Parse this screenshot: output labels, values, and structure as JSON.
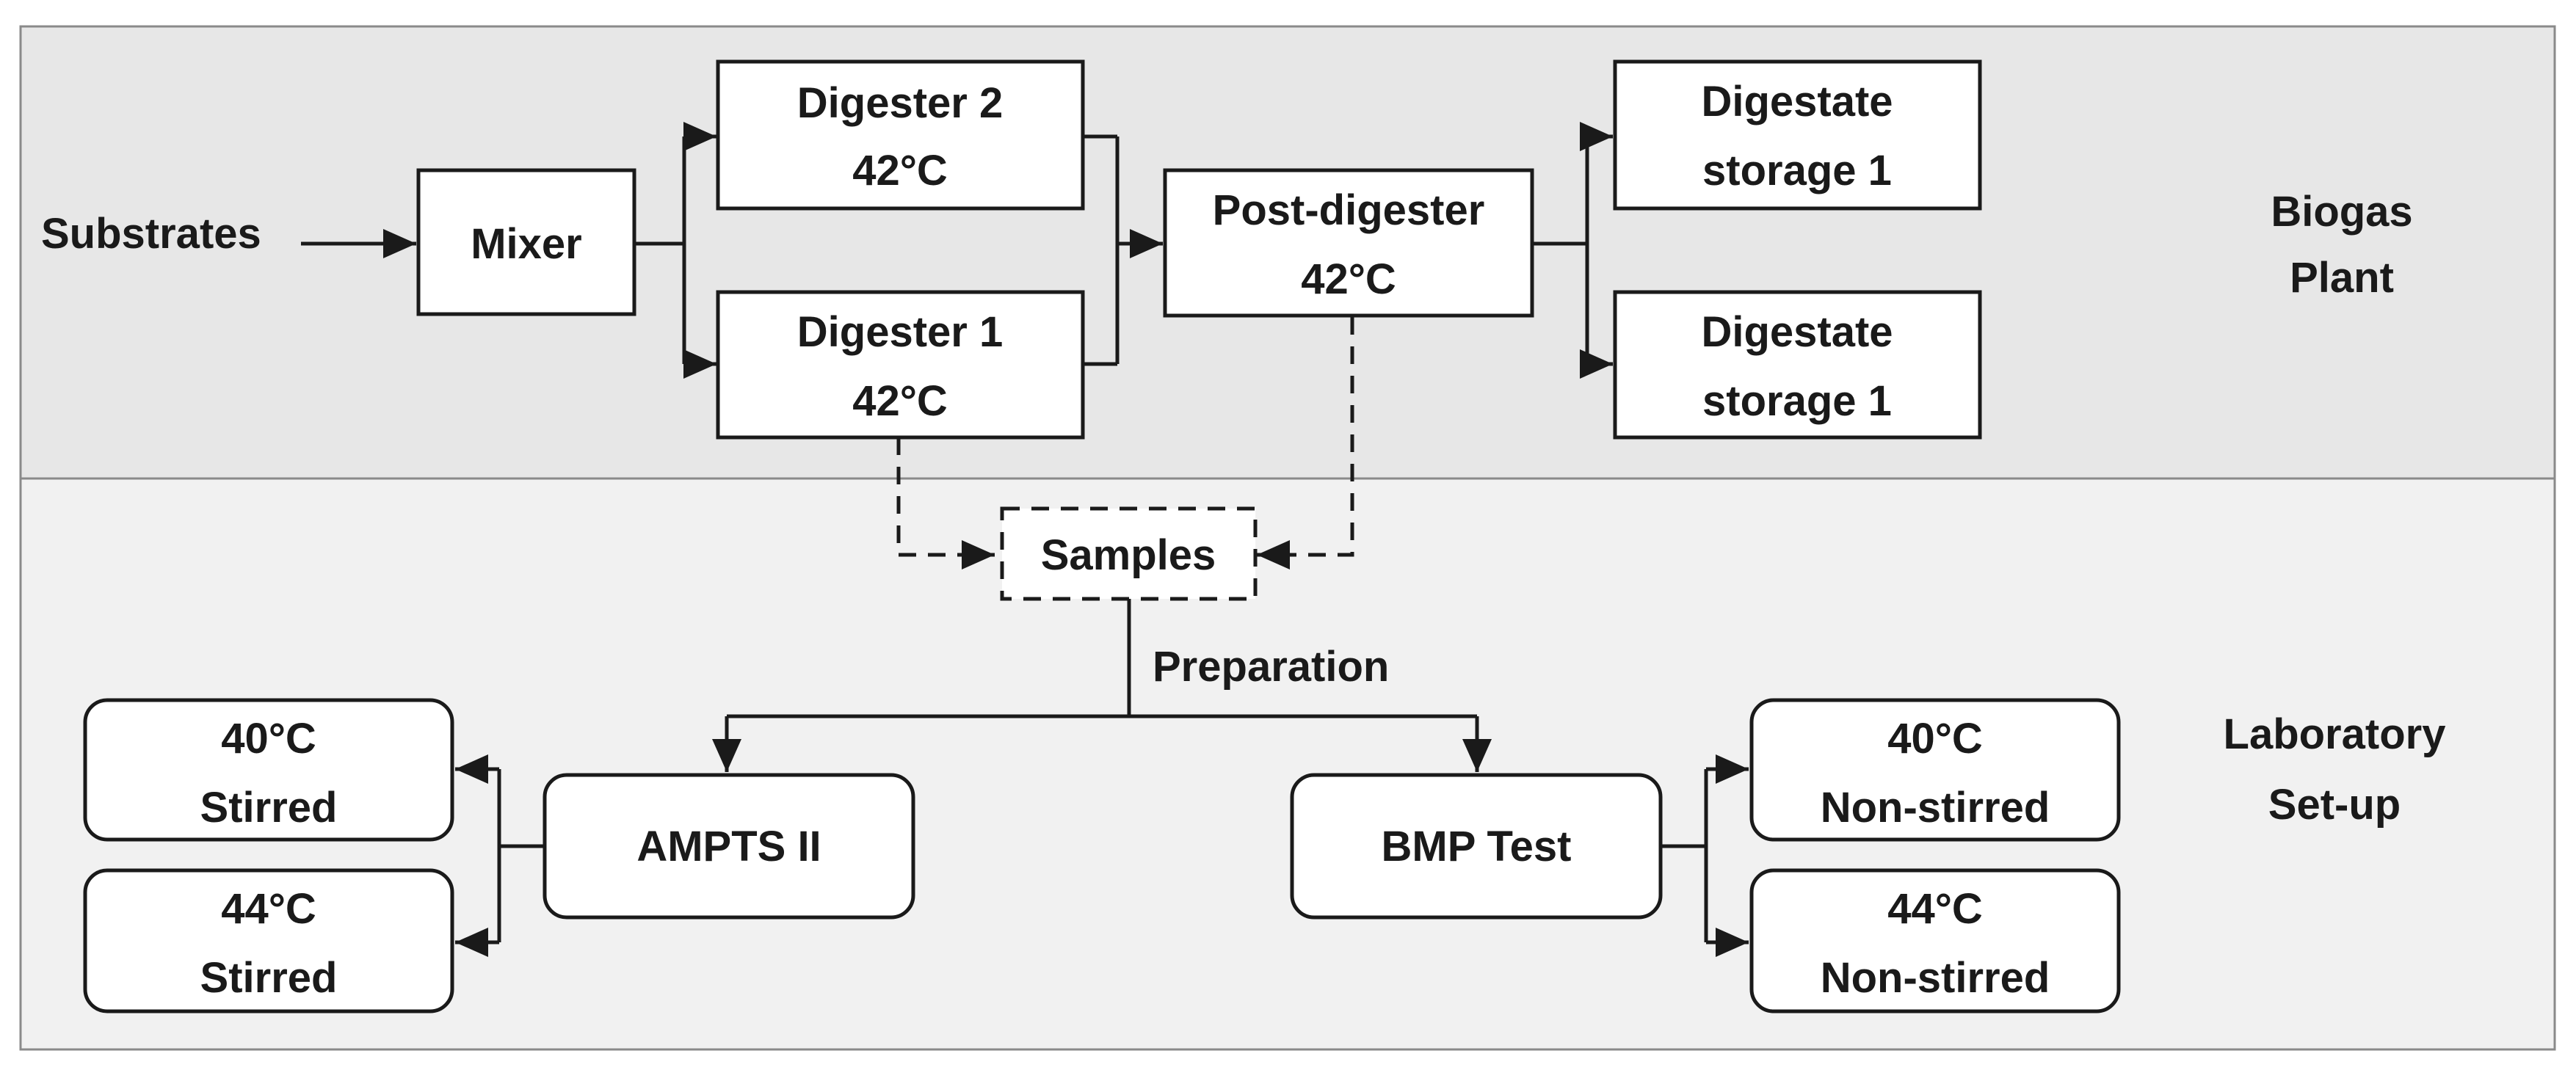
{
  "regions": {
    "plant": {
      "label_line1": "Biogas",
      "label_line2": "Plant",
      "fill": "#e7e7e7"
    },
    "lab": {
      "label_line1": "Laboratory",
      "label_line2": "Set-up",
      "fill": "#f1f1f1"
    }
  },
  "nodes": {
    "substrates": "Substrates",
    "mixer": "Mixer",
    "digester2": {
      "line1": "Digester 2",
      "line2": "42°C"
    },
    "digester1": {
      "line1": "Digester 1",
      "line2": "42°C"
    },
    "post_digester": {
      "line1": "Post-digester",
      "line2": "42°C"
    },
    "digestate_storage_a": {
      "line1": "Digestate",
      "line2": "storage 1"
    },
    "digestate_storage_b": {
      "line1": "Digestate",
      "line2": "storage 1"
    },
    "samples": "Samples",
    "preparation": "Preparation",
    "ampts": "AMPTS II",
    "bmp": "BMP Test",
    "ampts_40": {
      "line1": "40°C",
      "line2": "Stirred"
    },
    "ampts_44": {
      "line1": "44°C",
      "line2": "Stirred"
    },
    "bmp_40": {
      "line1": "40°C",
      "line2": "Non-stirred"
    },
    "bmp_44": {
      "line1": "44°C",
      "line2": "Non-stirred"
    }
  }
}
